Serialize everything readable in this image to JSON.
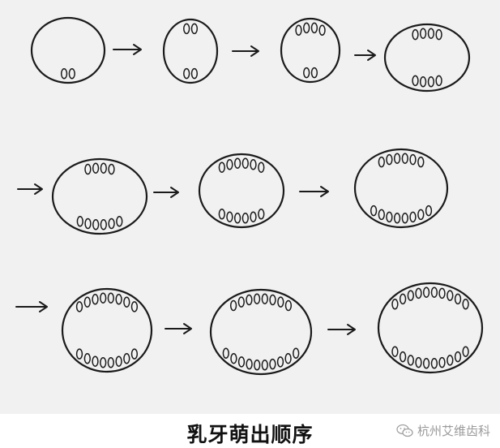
{
  "title": "乳牙萌出顺序",
  "watermark": {
    "text": "杭州艾维齿科",
    "icon": "wechat-icon"
  },
  "colors": {
    "ink": "#1a1a1a",
    "paper": "#f1f1f1"
  },
  "stages": [
    {
      "step": 1,
      "upper_teeth": 0,
      "lower_teeth": 2
    },
    {
      "step": 2,
      "upper_teeth": 2,
      "lower_teeth": 2
    },
    {
      "step": 3,
      "upper_teeth": 4,
      "lower_teeth": 2
    },
    {
      "step": 4,
      "upper_teeth": 4,
      "lower_teeth": 4
    },
    {
      "step": 5,
      "upper_teeth": 4,
      "lower_teeth": 6
    },
    {
      "step": 6,
      "upper_teeth": 6,
      "lower_teeth": 6
    },
    {
      "step": 7,
      "upper_teeth": 6,
      "lower_teeth": 8
    },
    {
      "step": 8,
      "upper_teeth": 8,
      "lower_teeth": 8
    },
    {
      "step": 9,
      "upper_teeth": 8,
      "lower_teeth": 10
    },
    {
      "step": 10,
      "upper_teeth": 10,
      "lower_teeth": 10
    }
  ]
}
